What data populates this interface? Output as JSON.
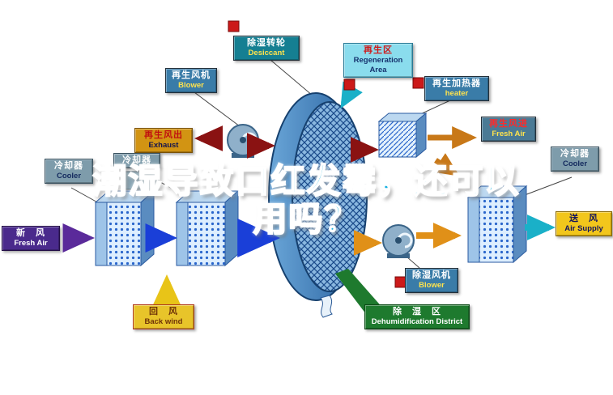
{
  "title": {
    "line1": "潮湿导致口红发霉，还可以",
    "line2": "用吗？"
  },
  "labels": {
    "regen_blower": {
      "zh": "再生风机",
      "en": "Blower"
    },
    "desiccant_wheel": {
      "zh": "除湿转轮",
      "en": "Desiccant"
    },
    "regen_area": {
      "zh": "再生区",
      "en": "Regeneration Area"
    },
    "regen_heater": {
      "zh": "再生加热器",
      "en": "heater"
    },
    "exhaust": {
      "zh": "再生风出",
      "en": "Exhaust"
    },
    "regen_fresh_air": {
      "zh": "再生风进",
      "en": "Fresh Air"
    },
    "cooler_left": {
      "zh": "冷却器",
      "en": "Cooler"
    },
    "cooler_mid": {
      "zh": "冷却器"
    },
    "cooler_right": {
      "zh": "冷却器",
      "en": "Cooler"
    },
    "fresh_air": {
      "zh": "新　风",
      "en": "Fresh Air"
    },
    "air_supply": {
      "zh": "送　风",
      "en": "Air Supply"
    },
    "back_wind": {
      "zh": "回　风",
      "en": "Back wind"
    },
    "dehumid_blower": {
      "zh": "除湿风机",
      "en": "Blower"
    },
    "dehumid_area": {
      "zh": "除　湿　区",
      "en": "Dehumidification District"
    }
  },
  "colors": {
    "title_text": "#18b2e2",
    "teal_label_bg": "#3a7ca8",
    "cyan_label_bg": "#8adced",
    "orange_label_bg": "#d29413",
    "gray_label_bg": "#7e9cab",
    "purple_label_bg": "#4a2a8c",
    "yellow_label_bg": "#f2c61c",
    "green_label_bg": "#1e7a2e",
    "wheel_blue": "#3a78b4",
    "arrow_blue": "#1a3fd8",
    "arrow_dark_red": "#8a1212",
    "arrow_orange": "#e09018",
    "arrow_brown_orange": "#c87818",
    "arrow_purple": "#5a2a9a",
    "arrow_teal": "#1ab0c8",
    "arrow_yellow": "#e8c418"
  }
}
